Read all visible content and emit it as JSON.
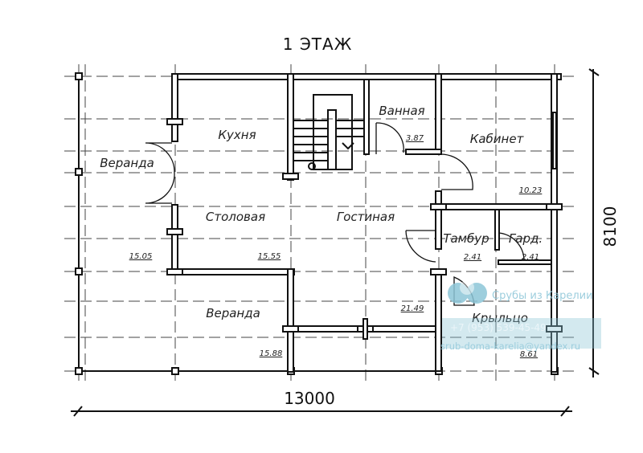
{
  "title": "1 ЭТАЖ",
  "rooms": [
    {
      "name": "Кухня"
    },
    {
      "name": "Веранда",
      "area": "15.05"
    },
    {
      "name": "Столовая",
      "area": "15.55"
    },
    {
      "name": "Гостиная",
      "area": "21.49"
    },
    {
      "name": "Ванная",
      "area": "3.87"
    },
    {
      "name": "Кабинет",
      "area": "10.23"
    },
    {
      "name": "Тамбур",
      "area": "2.41"
    },
    {
      "name": "Гард.",
      "area": "2.41"
    },
    {
      "name": "Веранда",
      "area": "15.88"
    },
    {
      "name": "Крыльцо",
      "area": "8.61"
    }
  ],
  "dimensions": {
    "width": "13000",
    "depth": "8100"
  },
  "watermark": {
    "company": "Срубы из Карелии",
    "phone": "+7 (953) 539-45-49",
    "email": "srub-doma-karelia@yandex.ru",
    "color": "#8cc6d8"
  }
}
